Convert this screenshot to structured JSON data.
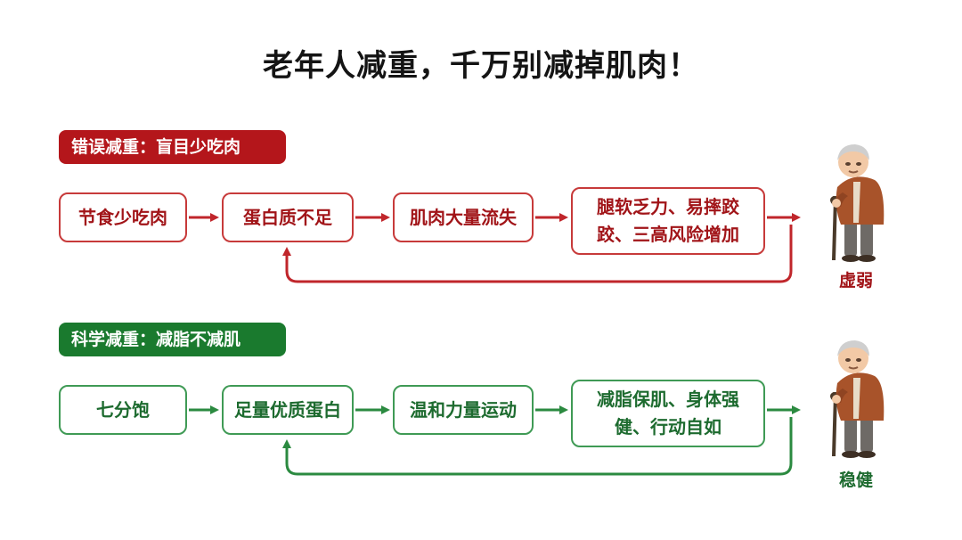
{
  "title": "老年人减重，千万别减掉肌肉！",
  "colors": {
    "wrong_accent": "#b4161b",
    "right_accent": "#1a7a2e"
  },
  "wrong": {
    "tag": "错误减重：盲目少吃肉",
    "steps": [
      {
        "lines": [
          "节食少吃肉"
        ]
      },
      {
        "lines": [
          "蛋白质不足"
        ]
      },
      {
        "lines": [
          "肌肉大量流失"
        ]
      },
      {
        "lines": [
          "腿软乏力、易摔跤",
          "跤、三高风险增加"
        ]
      }
    ],
    "outcome": "虚弱"
  },
  "right": {
    "tag": "科学减重：减脂不减肌",
    "steps": [
      {
        "lines": [
          "七分饱"
        ]
      },
      {
        "lines": [
          "足量优质蛋白"
        ]
      },
      {
        "lines": [
          "温和力量运动"
        ]
      },
      {
        "lines": [
          "减脂保肌、身体强",
          "健、行动自如"
        ]
      }
    ],
    "outcome": "稳健"
  },
  "icons": [
    "elderly-person-with-cane-icon"
  ]
}
